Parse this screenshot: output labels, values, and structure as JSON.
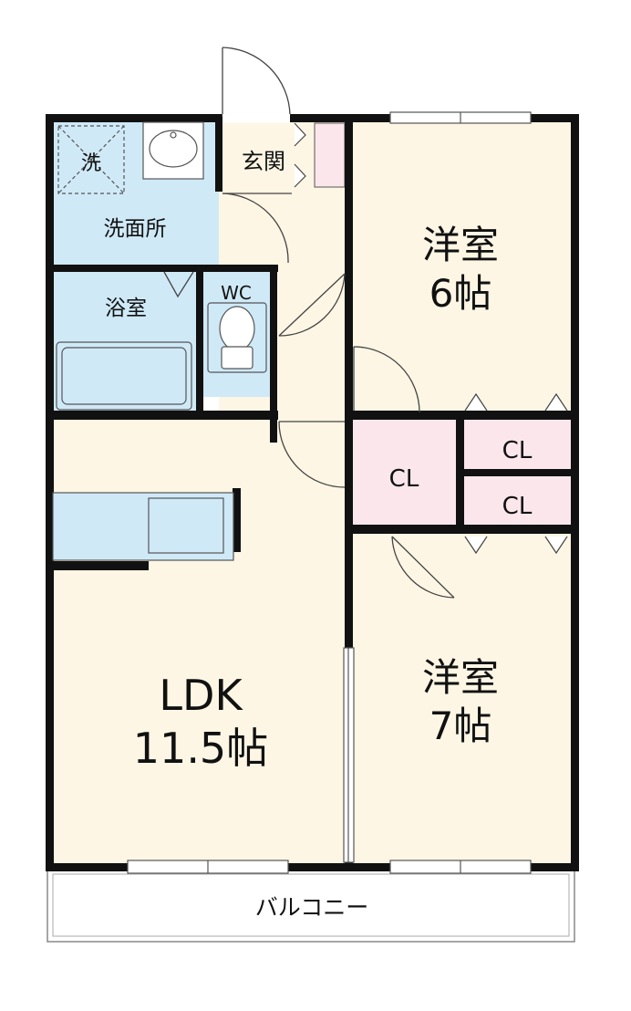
{
  "rooms": {
    "ldk": {
      "name": "LDK",
      "size": "11.5帖"
    },
    "western_6": {
      "name": "洋室",
      "size": "6帖"
    },
    "western_7": {
      "name": "洋室",
      "size": "7帖"
    },
    "entrance": "玄関",
    "washroom": "洗面所",
    "washer": "洗",
    "bathroom": "浴室",
    "toilet": "WC",
    "closet_ldk": "CL",
    "closet_upper": "CL",
    "closet_lower": "CL",
    "balcony": "バルコニー"
  },
  "colors": {
    "wall": "#111111",
    "living_floor": "#fdf6e4",
    "wet_area": "#cfe9f7",
    "closet": "#fbe6ec",
    "fixture_fill": "#ffffff"
  },
  "icons": [
    "washing-machine-pan-icon",
    "washbasin-icon",
    "bathtub-icon",
    "toilet-icon",
    "kitchen-counter-icon",
    "sink-icon",
    "door-swing-icon",
    "window-icon"
  ]
}
